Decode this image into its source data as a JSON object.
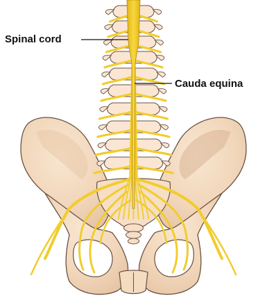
{
  "labels": {
    "spinal_cord": "Spinal cord",
    "cauda_equina": "Cauda equina"
  },
  "colors": {
    "nerve": "#f2cc2c",
    "nerve_outline": "#b08a10",
    "bone": "#f4dcc1",
    "bone_shade": "#e2c0a0",
    "bone_outline": "#6b5040",
    "vertebra": "#fbe6d3",
    "background": "#ffffff",
    "label_text": "#111111"
  },
  "icons": {
    "figure": "lumbar-spine-pelvis-illustration"
  }
}
